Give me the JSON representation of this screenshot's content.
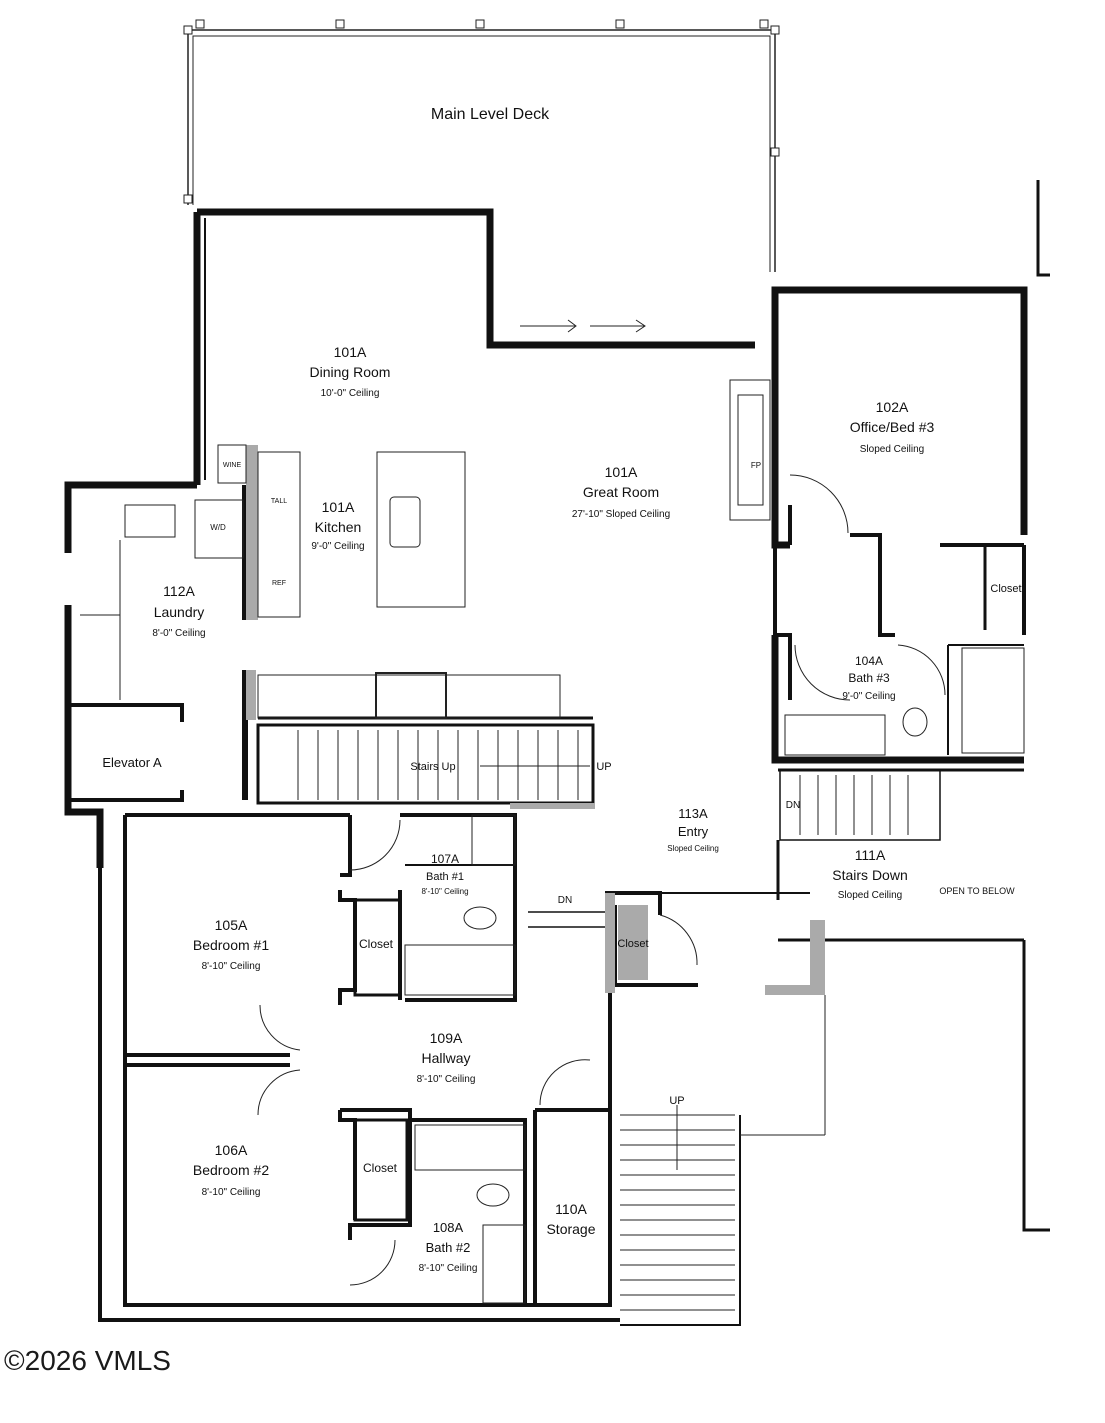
{
  "deck": "Main Level Deck",
  "rooms": {
    "dining": {
      "id": "101A",
      "name": "Dining Room",
      "ceiling": "10'-0\" Ceiling"
    },
    "great": {
      "id": "101A",
      "name": "Great Room",
      "ceiling": "27'-10\" Sloped Ceiling"
    },
    "kitchen": {
      "id": "101A",
      "name": "Kitchen",
      "ceiling": "9'-0\" Ceiling"
    },
    "office": {
      "id": "102A",
      "name": "Office/Bed #3",
      "ceiling": "Sloped Ceiling"
    },
    "laundry": {
      "id": "112A",
      "name": "Laundry",
      "ceiling": "8'-0\" Ceiling"
    },
    "bath3": {
      "id": "104A",
      "name": "Bath #3",
      "ceiling": "9'-0\" Ceiling"
    },
    "entry": {
      "id": "113A",
      "name": "Entry",
      "ceiling": "Sloped Ceiling"
    },
    "stairsdown": {
      "id": "111A",
      "name": "Stairs Down",
      "ceiling": "Sloped Ceiling"
    },
    "bedroom1": {
      "id": "105A",
      "name": "Bedroom #1",
      "ceiling": "8'-10\" Ceiling"
    },
    "bath1": {
      "id": "107A",
      "name": "Bath #1",
      "ceiling": "8'-10\" Ceiling"
    },
    "hallway": {
      "id": "109A",
      "name": "Hallway",
      "ceiling": "8'-10\" Ceiling"
    },
    "bedroom2": {
      "id": "106A",
      "name": "Bedroom #2",
      "ceiling": "8'-10\" Ceiling"
    },
    "bath2": {
      "id": "108A",
      "name": "Bath #2",
      "ceiling": "8'-10\" Ceiling"
    },
    "storage": {
      "id": "110A",
      "name": "Storage"
    }
  },
  "labels": {
    "elevator": "Elevator A",
    "stairs_up": "Stairs Up",
    "up": "UP",
    "dn": "DN",
    "closet": "Closet",
    "open_below": "OPEN TO BELOW",
    "wine": "WINE",
    "tall": "TALL",
    "ref": "REF",
    "wd": "W/D",
    "fp": "FP"
  },
  "watermark": "©2026 VMLS"
}
